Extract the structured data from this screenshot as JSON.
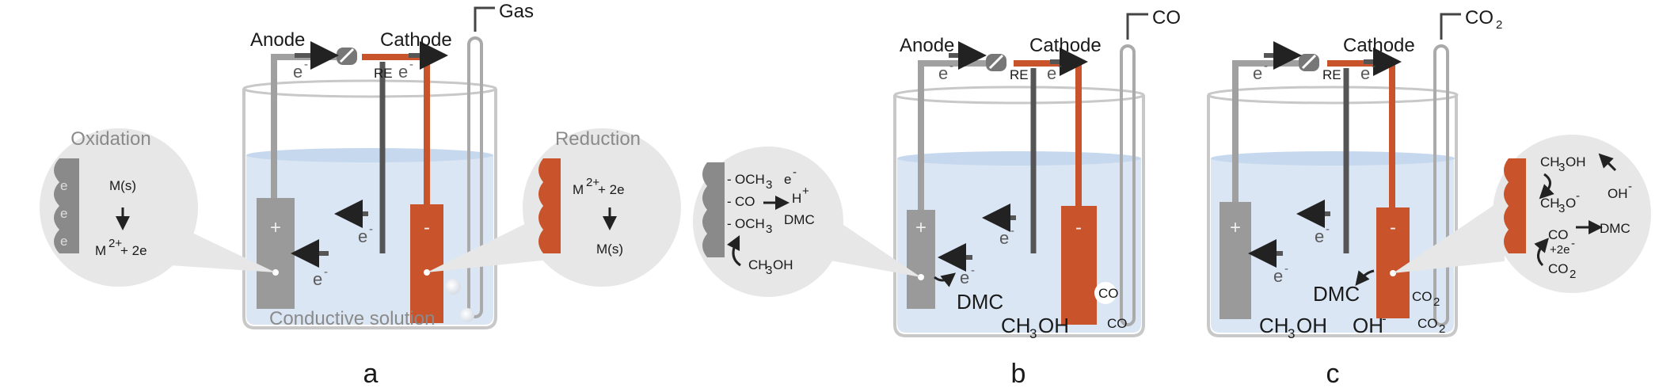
{
  "panel_a": {
    "caption": "a",
    "anode": "Anode",
    "cathode": "Cathode",
    "gas": "Gas",
    "re": "RE",
    "electron": "e",
    "minus": "-",
    "plus": "+",
    "solution": "Conductive solution",
    "oxidation_title": "Oxidation",
    "oxidation_top": "M(s)",
    "oxidation_bottom": "M",
    "two_plus": "2+",
    "plus_two_e": " + 2e",
    "reduction_title": "Reduction",
    "reduction_top": "M",
    "reduction_bottom": "M(s)"
  },
  "panel_b": {
    "caption": "b",
    "anode": "Anode",
    "cathode": "Cathode",
    "gas": "CO",
    "re": "RE",
    "dmc": "DMC",
    "ch3oh": "CH",
    "oh_sub": "3",
    "oh_tail": "OH",
    "co": "CO",
    "inset_och3": "OCH",
    "inset_co": "CO",
    "inset_h": "H",
    "inset_dmc": "DMC",
    "inset_ch3oh": "CH",
    "inset_ch3oh_tail": "OH"
  },
  "panel_c": {
    "caption": "c",
    "cathode": "Cathode",
    "gas": "CO",
    "gas_sub": "2",
    "re": "RE",
    "dmc": "DMC",
    "ch3oh": "CH",
    "oh": "OH",
    "co2": "CO",
    "inset_ch3oh": "CH",
    "inset_ch3o": "CH",
    "inset_oh": "OH",
    "inset_co": "CO",
    "inset_2e": "+2e",
    "inset_co2": "CO",
    "inset_dmc": "DMC"
  }
}
